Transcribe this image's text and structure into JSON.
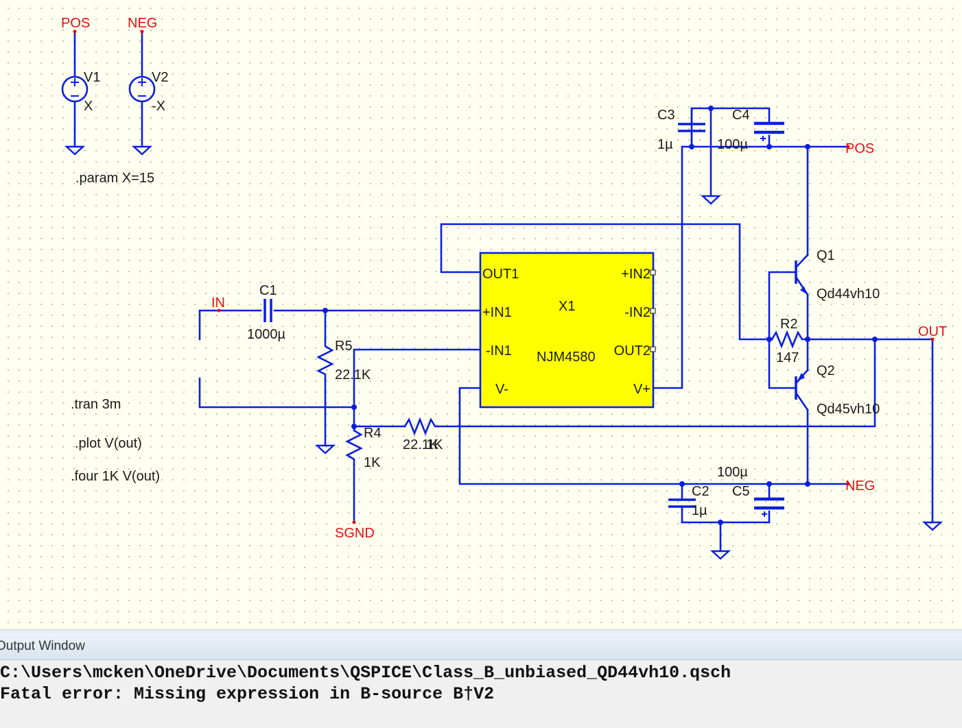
{
  "schematic": {
    "nets": {
      "pos_top": "POS",
      "neg_top": "NEG",
      "in": "IN",
      "sgnd": "SGND",
      "pos_right": "POS",
      "neg_right": "NEG",
      "out": "OUT"
    },
    "sources": [
      {
        "name": "V1",
        "value": "X"
      },
      {
        "name": "V2",
        "value": "-X"
      }
    ],
    "directives": [
      ".param X=15",
      ".tran 3m",
      ".plot V(out)",
      ".four 1K V(out)"
    ],
    "capacitors": {
      "C1": {
        "name": "C1",
        "value": "1000µ"
      },
      "C3": {
        "name": "C3",
        "value": "1µ"
      },
      "C4": {
        "name": "C4",
        "value": "100µ"
      },
      "C2": {
        "name": "C2",
        "value": "1µ"
      },
      "C5": {
        "name": "C5",
        "value": "100µ"
      }
    },
    "resistors": {
      "R5": {
        "name": "R5",
        "value": "22.1K"
      },
      "R4": {
        "name": "R4",
        "value": "1K"
      },
      "R_feedback": {
        "value_a": "22.1K",
        "value_b": "1K"
      },
      "R2": {
        "name": "R2",
        "value": "147"
      }
    },
    "transistors": {
      "Q1": {
        "name": "Q1",
        "model": "Qd44vh10"
      },
      "Q2": {
        "name": "Q2",
        "model": "Qd45vh10"
      }
    },
    "ic": {
      "name": "X1",
      "part": "NJM4580",
      "color": "#ffff00",
      "pins_left": [
        "OUT1",
        "+IN1",
        "-IN1",
        "V-"
      ],
      "pins_right": [
        "+IN2",
        "-IN2",
        "OUT2",
        "V+"
      ]
    },
    "colors": {
      "wire": "#0a1ee0",
      "net_label": "#e01010",
      "background": "#fffff0"
    }
  },
  "output_window": {
    "title": "Output Window",
    "lines": [
      "C:\\Users\\mcken\\OneDrive\\Documents\\QSPICE\\Class_B_unbiased_QD44vh10.qsch",
      "Fatal error: Missing expression in B-source B†V2"
    ]
  }
}
